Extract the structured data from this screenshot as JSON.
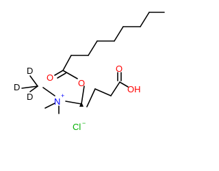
{
  "molecule": {
    "atoms": {
      "carbonyl_oxygen": {
        "symbol": "O",
        "color": "#ff0000"
      },
      "ester_oxygen": {
        "symbol": "O",
        "color": "#ff0000"
      },
      "acid_oxygen": {
        "symbol": "O",
        "color": "#ff0000"
      },
      "hydroxyl": {
        "symbol": "OH",
        "color": "#ff0000"
      },
      "nitrogen": {
        "symbol": "N",
        "charge": "+",
        "color": "#0000ff"
      },
      "deuterium_1": {
        "symbol": "D",
        "color": "#000000"
      },
      "deuterium_2": {
        "symbol": "D",
        "color": "#000000"
      },
      "deuterium_3": {
        "symbol": "D",
        "color": "#000000"
      },
      "chlorine": {
        "symbol": "Cl",
        "charge": "−",
        "color": "#00b000"
      }
    },
    "stereo_bond": "wedge"
  }
}
